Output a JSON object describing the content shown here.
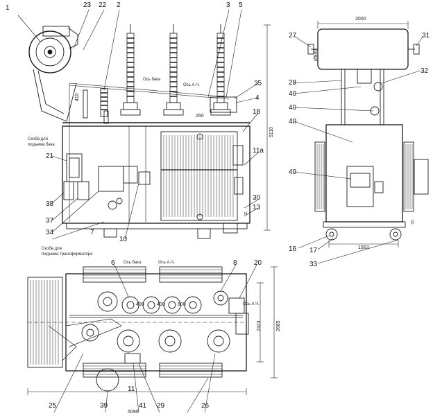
{
  "callouts": [
    "1",
    "23",
    "22",
    "2",
    "3",
    "5",
    "35",
    "4",
    "18",
    "11а",
    "30",
    "13",
    "21",
    "38",
    "37",
    "34",
    "7",
    "10",
    "27",
    "31",
    "28",
    "32",
    "40",
    "40",
    "40",
    "40",
    "16",
    "17",
    "33",
    "6",
    "8",
    "20",
    "25",
    "39",
    "11",
    "41",
    "29",
    "26"
  ],
  "dimensions": {
    "top_width": "2000",
    "right_height": "5110",
    "side_base_width": "1563",
    "plan_width": "5090",
    "plan_height_inner": "2323",
    "plan_height_outer": "2685",
    "bushing_pitch_a": "400",
    "bushing_pitch_b": "400",
    "bushing_pitch_c": "600",
    "small_260": "260",
    "small_410": "410",
    "cons_diam": "Ø940"
  },
  "notes": {
    "tank_axis": "Ось бака",
    "hv_axis": "Ось А.Ч.",
    "tank_lift_bracket_1": "Скоба для",
    "tank_lift_bracket_2": "подъема бака",
    "transformer_lift_bracket_1": "Скоба для",
    "transformer_lift_bracket_2": "подъема трансформатора",
    "plan_tank_axis": "Ось бака",
    "plan_hv_axis": "Ось А.Ч.",
    "plan_hv_axis_right": "Ось А.Ч.",
    "letter_h": "Н",
    "letter_d": "Д"
  }
}
